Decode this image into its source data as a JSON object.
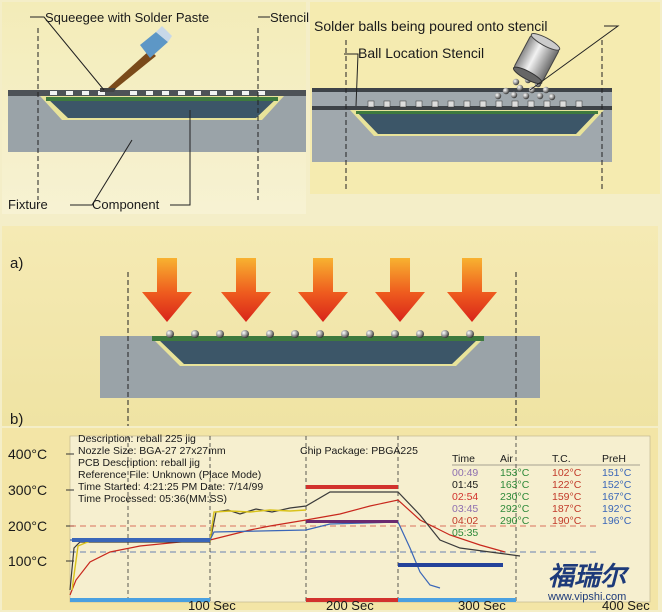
{
  "top_left": {
    "label_squeegee": "Squeegee with Solder Paste",
    "label_stencil": "Stencil",
    "label_fixture": "Fixture",
    "label_component": "Component"
  },
  "top_right": {
    "label_balls": "Solder balls being poured onto stencil",
    "label_ball_stencil": "Ball Location Stencil"
  },
  "panel_a": {
    "letter": "a)"
  },
  "panel_b": {
    "letter": "b)",
    "info": {
      "description": "Description: reball 225 jig",
      "nozzle": "Nozzle Size: BGA-27      27x27mm",
      "chip_package": "Chip Package: PBGA225",
      "pcb": "PCB Description: reball jig",
      "reference": "Reference File: Unknown (Place Mode)",
      "started": "Time Started: 4:21:25 PM Date: 7/14/99",
      "processed": "Time Processed: 05:36(MM:SS)"
    },
    "table": {
      "headers": [
        "Time",
        "Air",
        "T.C.",
        "PreH"
      ],
      "rows": [
        {
          "time": "00:49",
          "air": "153°C",
          "tc": "102°C",
          "preh": "151°C",
          "color": "#8e6fb0"
        },
        {
          "time": "01:45",
          "air": "163°C",
          "tc": "122°C",
          "preh": "152°C",
          "color": "#1a1a1a"
        },
        {
          "time": "02:54",
          "air": "230°C",
          "tc": "159°C",
          "preh": "167°C",
          "color": "#d2322d"
        },
        {
          "time": "03:45",
          "air": "292°C",
          "tc": "187°C",
          "preh": "192°C",
          "color": "#8e6fb0"
        },
        {
          "time": "04:02",
          "air": "290°C",
          "tc": "190°C",
          "preh": "196°C",
          "color": "#c23b2a"
        },
        {
          "time": "05:35",
          "air": "",
          "tc": "",
          "preh": "",
          "color": "#2f8a3a"
        }
      ]
    },
    "y_ticks": [
      "400°C",
      "300°C",
      "200°C",
      "100°C"
    ],
    "x_ticks": [
      "100 Sec",
      "200 Sec",
      "300 Sec",
      "400 Sec"
    ],
    "watermark": "www.vipshi.com"
  }
}
